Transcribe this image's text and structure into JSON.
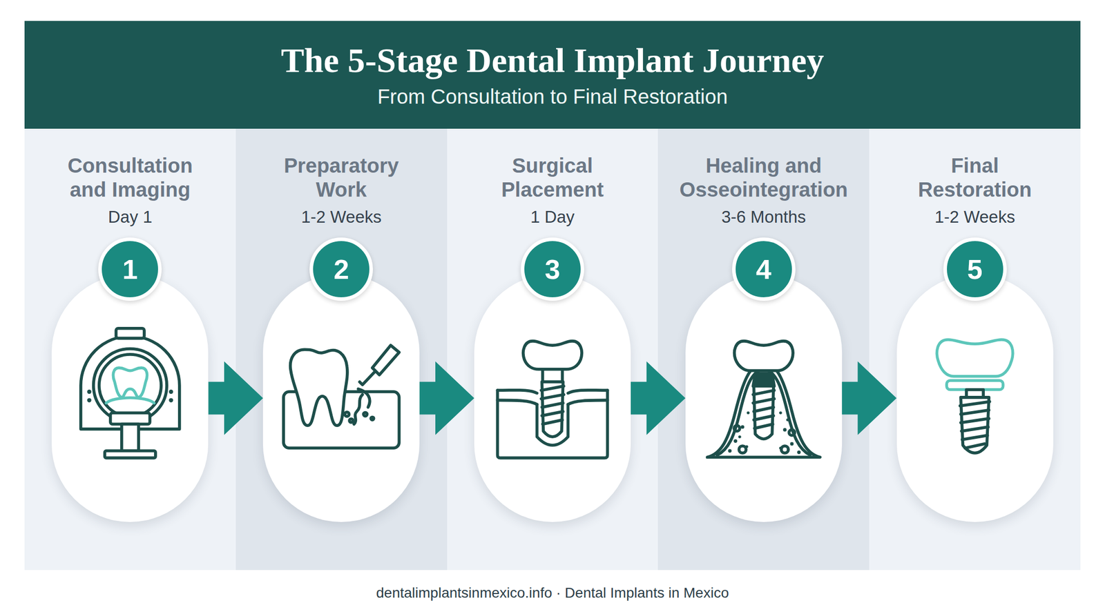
{
  "diagram": {
    "title": "The 5-Stage Dental Implant Journey",
    "nodes": [
      {
        "text": [
          "Consultation and Imaging",
          "Day 1"
        ]
      },
      {
        "text": [
          "1"
        ],
        "in": 0
      },
      {
        "text": [
          "Preparatory Work",
          "1-2 Weeks"
        ]
      },
      {
        "text": [
          "2"
        ],
        "in": 2
      },
      {
        "text": [
          "Surgical Placement",
          "1 Day"
        ]
      },
      {
        "text": [
          "3"
        ],
        "in": 4
      },
      {
        "text": [
          "Healing and Osseointegration",
          "3-6 Months"
        ]
      },
      {
        "text": [
          "4"
        ],
        "in": 6
      },
      {
        "text": [
          "Final Restoration",
          "1-2 Weeks"
        ]
      },
      {
        "text": [
          "5"
        ],
        "in": 8
      }
    ],
    "edges": [
      {
        "from": 1,
        "to": 3,
        "arrow": "to"
      },
      {
        "from": 3,
        "to": 5,
        "arrow": "to"
      },
      {
        "from": 5,
        "to": 7,
        "arrow": "to"
      },
      {
        "from": 7,
        "to": 9,
        "arrow": "to"
      }
    ],
    "labels": [
      "From Consultation to Final Restoration",
      "dentalimplantsinmexico.info · Dental Implants in Mexico"
    ]
  }
}
